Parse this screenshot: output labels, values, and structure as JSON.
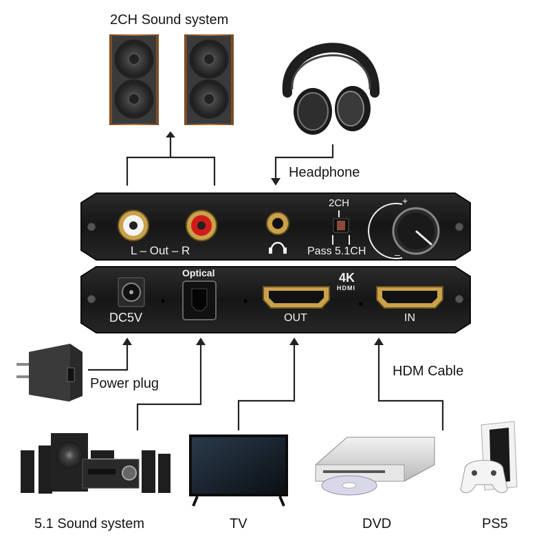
{
  "labels": {
    "two_ch_sound_system": "2CH Sound system",
    "headphone": "Headphone",
    "power_plug": "Power plug",
    "hdmi_cable": "HDM Cable",
    "five_one_sound_system": "5.1 Sound system",
    "tv": "TV",
    "dvd": "DVD",
    "ps5": "PS5"
  },
  "device_top_panel": {
    "out_label": "L – Out – R",
    "switch_top": "2CH",
    "switch_bottom": "Pass  5.1CH",
    "knob_plus": "+",
    "knob_minus": "–"
  },
  "device_bottom_panel": {
    "dc_label": "DC5V",
    "optical_label": "Optical",
    "hdmi_out_label": "OUT",
    "hdmi_in_label": "IN",
    "badge_4k": "4K",
    "badge_hdmi": "HDMI"
  },
  "colors": {
    "device_body": "#1c1c1c",
    "rca_left_ring": "#f4f4f4",
    "rca_right_ring": "#d11a1a",
    "gold": "#c9a24a",
    "line": "#222222"
  }
}
